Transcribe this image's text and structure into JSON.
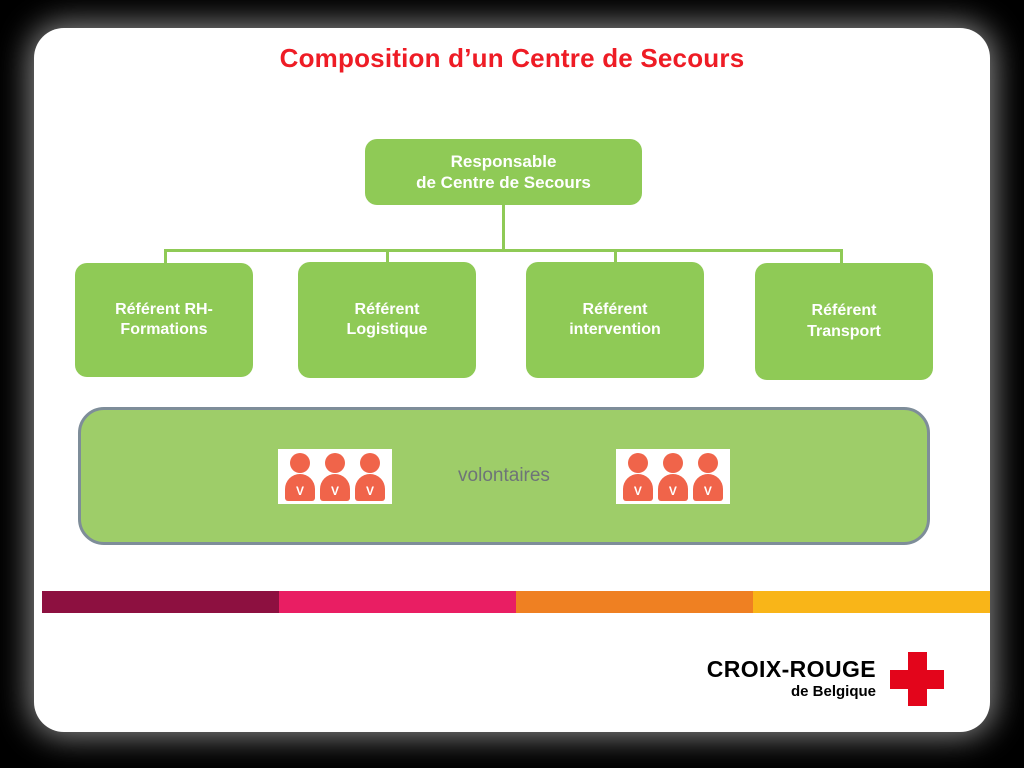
{
  "slide": {
    "title": "Composition d’un Centre de Secours"
  },
  "org_chart": {
    "root": {
      "line1": "Responsable",
      "line2": "de Centre de Secours"
    },
    "children": [
      {
        "line1": "Référent RH-",
        "line2": "Formations"
      },
      {
        "line1": "Référent",
        "line2": "Logistique"
      },
      {
        "line1": "Référent",
        "line2": "intervention"
      },
      {
        "line1": "Référent",
        "line2": "Transport"
      }
    ]
  },
  "volunteers": {
    "label": "volontaires",
    "person_initial": "V",
    "left_group_count": 3,
    "right_group_count": 3
  },
  "footer": {
    "color_bar": [
      "#8d1040",
      "#e91e63",
      "#ef8022",
      "#f9b518"
    ],
    "logo": {
      "main": "CROIX-ROUGE",
      "sub": "de Belgique"
    }
  },
  "colors": {
    "title_red": "#ee1c25",
    "node_green": "#8fca56",
    "panel_green": "#9ecd69",
    "panel_border": "#7e8d99",
    "person_orange": "#f0644a",
    "label_gray": "#6e7478",
    "cross_red": "#e3051b"
  }
}
